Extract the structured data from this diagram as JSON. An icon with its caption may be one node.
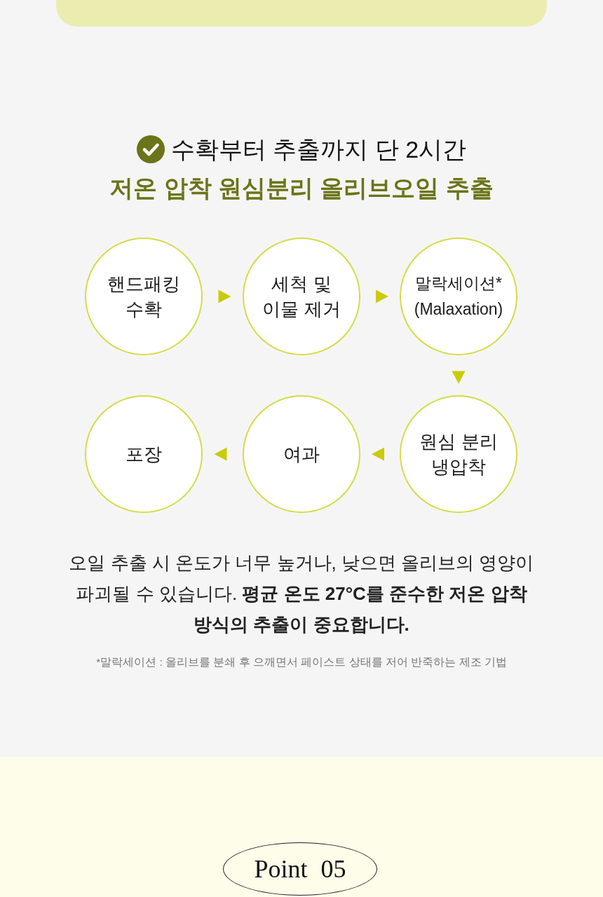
{
  "diagram": {
    "title": "수확부터 추출까지 단 2시간",
    "nodes": [
      {
        "text": [
          "핸드패킹 수확"
        ]
      },
      {
        "text": [
          "세척 및 이물 제거"
        ]
      },
      {
        "text": [
          "말락세이션* (Malaxation)"
        ]
      },
      {
        "text": [
          "포장"
        ]
      },
      {
        "text": [
          "여과"
        ]
      },
      {
        "text": [
          "원심 분리 냉압착"
        ]
      },
      {
        "text": [
          "Point 05"
        ]
      }
    ],
    "edges": [
      {
        "from": 0,
        "to": 1,
        "arrow": "to"
      },
      {
        "from": 1,
        "to": 2,
        "arrow": "to"
      },
      {
        "from": 2,
        "to": 5,
        "arrow": "to"
      },
      {
        "from": 5,
        "to": 4,
        "arrow": "to"
      },
      {
        "from": 4,
        "to": 3,
        "arrow": "to"
      }
    ],
    "labels": [
      "저온 압착 원심분리 올리브오일 추출",
      "오일 추출 시 온도가 너무 높거나, 낮으면 올리브의 영양이 파괴될 수 있습니다. **평균 온도 27°C를 준수한 저온 압착 방식의 추출이 중요합니다.**",
      "*말락세이션 : 올리브를 분쇄 후 으깨면서 페이스트 상태를 저어 반죽하는 제조 기법"
    ]
  }
}
